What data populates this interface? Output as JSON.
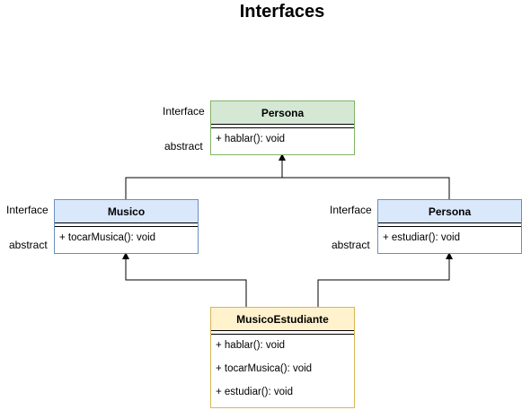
{
  "title": "Interfaces",
  "classes": {
    "persona_top": {
      "name": "Persona",
      "stereotype": "Interface",
      "modifier": "abstract",
      "methods": [
        "+ hablar(): void"
      ]
    },
    "musico": {
      "name": "Musico",
      "stereotype": "Interface",
      "modifier": "abstract",
      "methods": [
        "+ tocarMusica(): void"
      ]
    },
    "persona_right": {
      "name": "Persona",
      "stereotype": "Interface",
      "modifier": "abstract",
      "methods": [
        "+ estudiar(): void"
      ]
    },
    "musico_estudiante": {
      "name": "MusicoEstudiante",
      "methods": [
        "+ hablar(): void",
        "+ tocarMusica(): void",
        "+ estudiar(): void"
      ]
    }
  },
  "colors": {
    "interface_top_fill": "#d5e8d4",
    "interface_fill": "#dae8fc",
    "class_fill": "#fff2cc",
    "edge": "#000000"
  }
}
